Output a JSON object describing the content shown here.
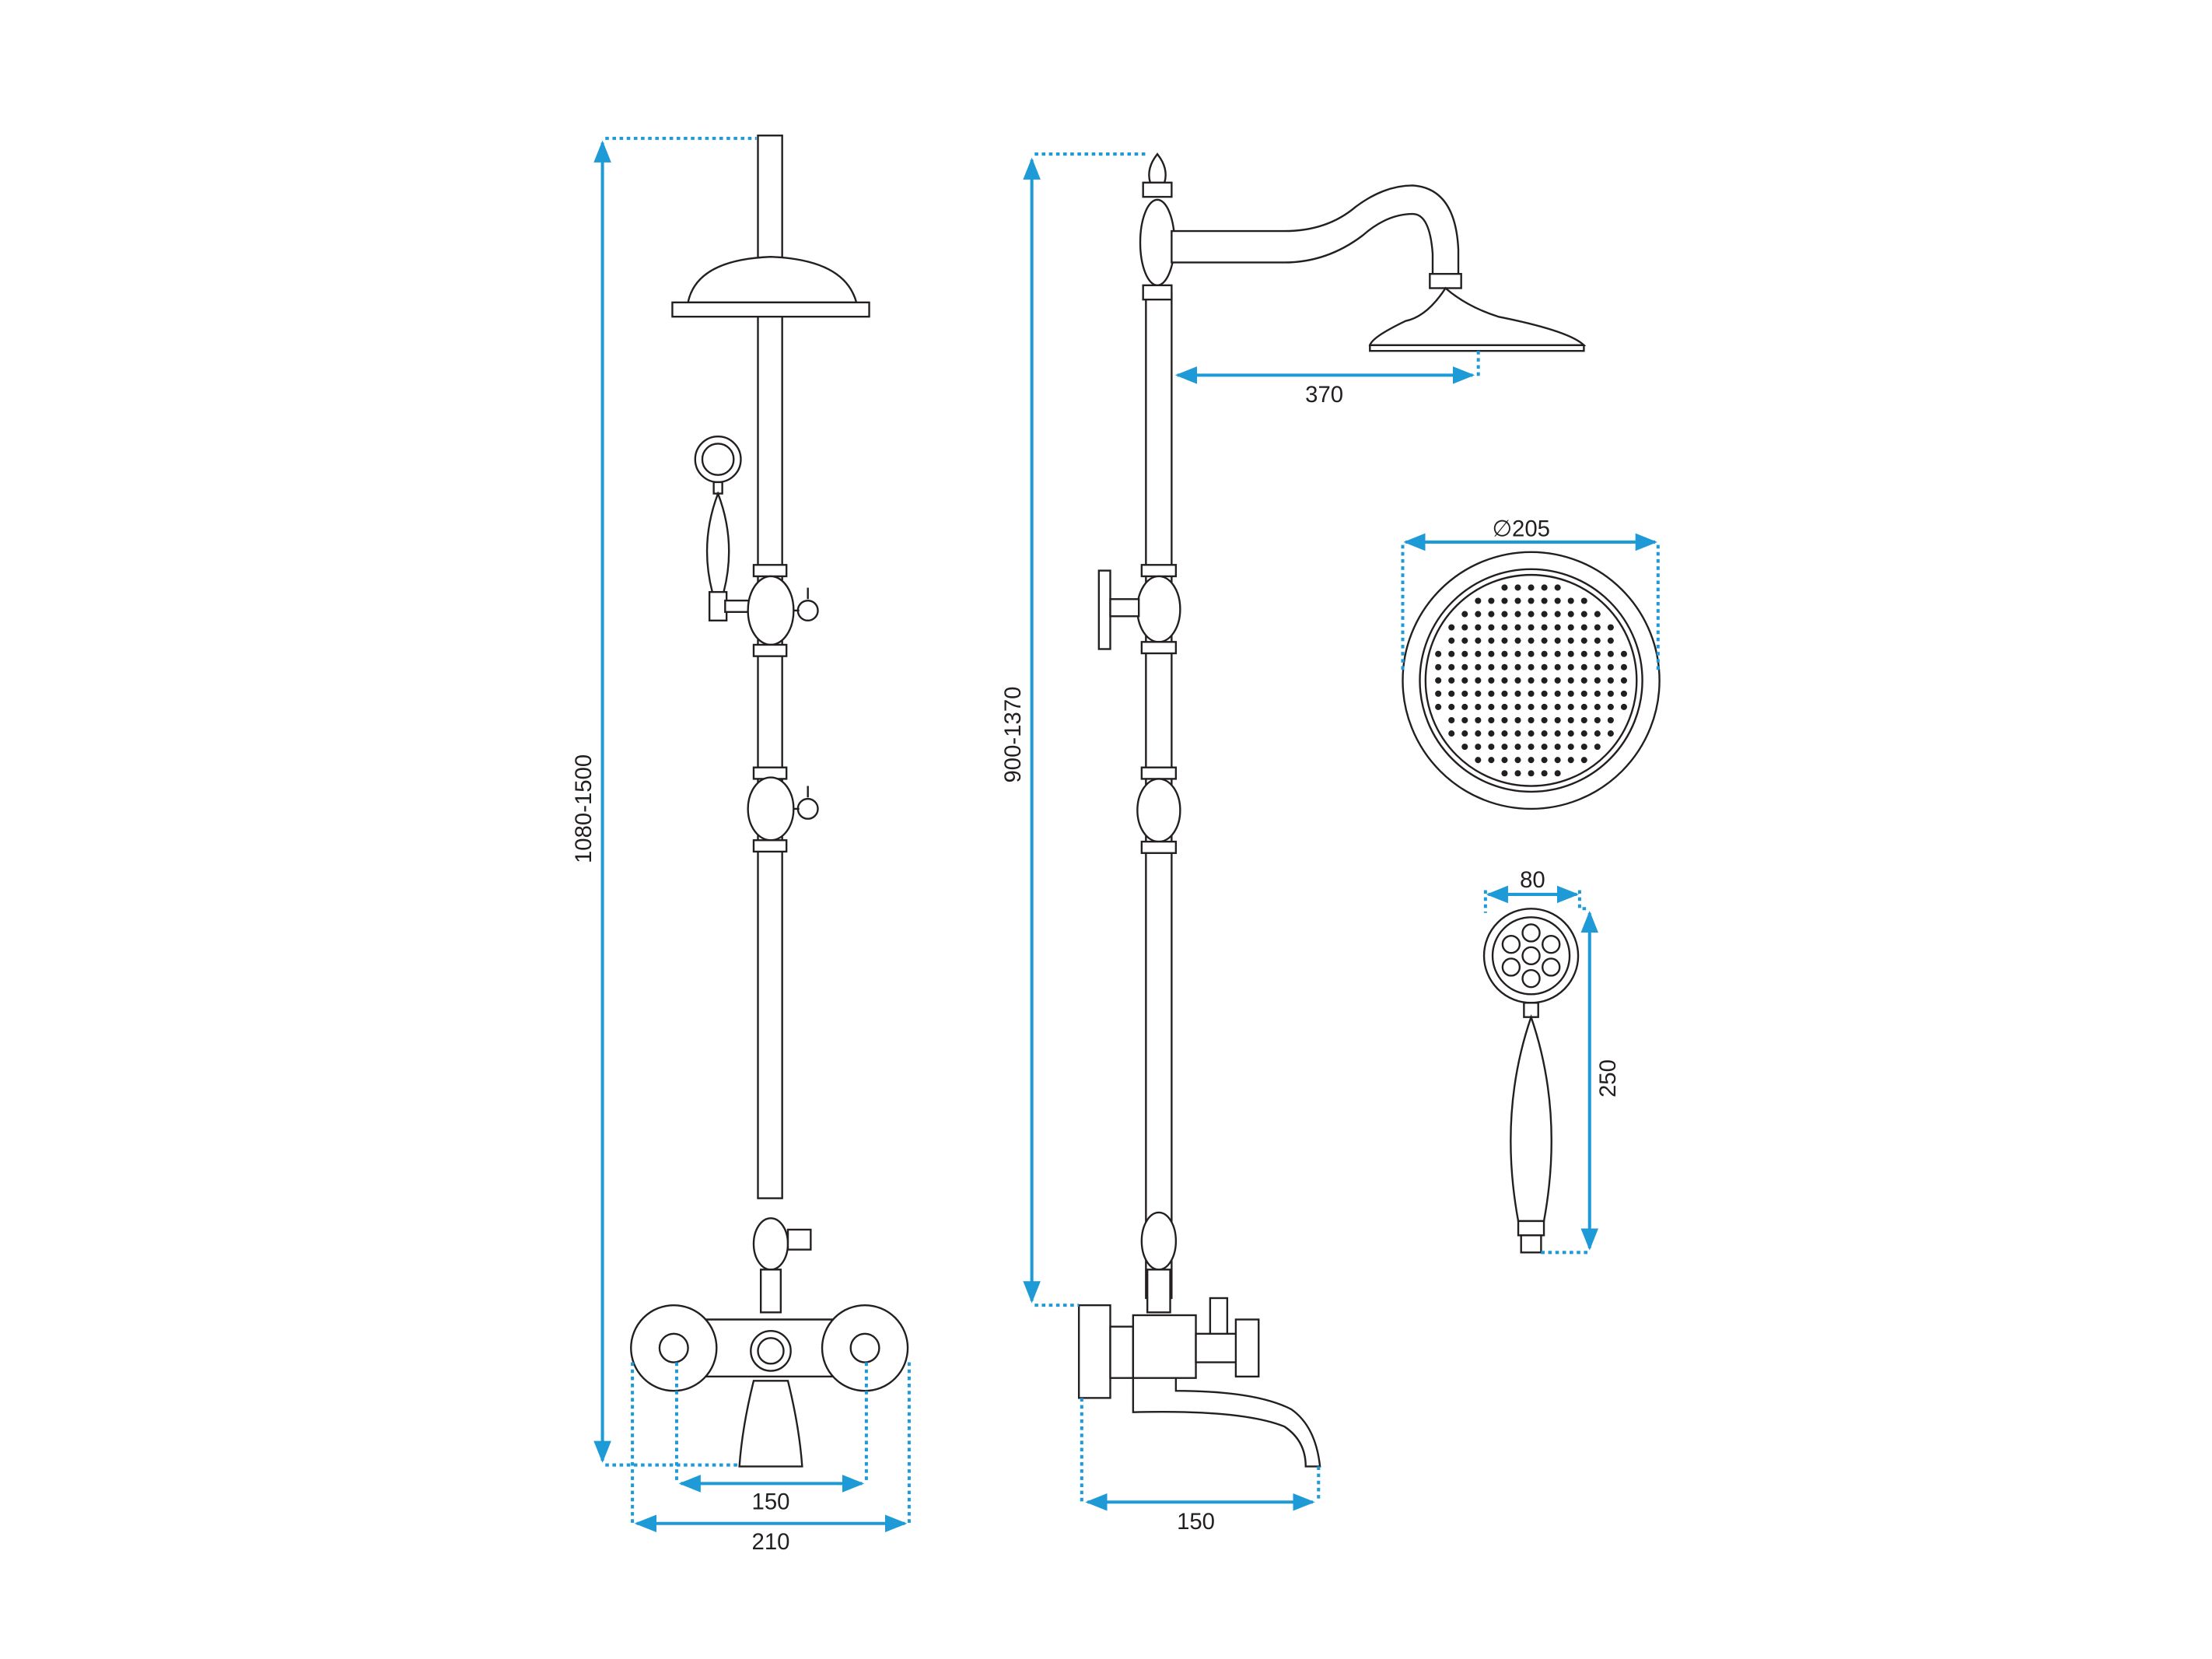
{
  "colors": {
    "dimension": "#1e9bd7",
    "line": "#231f20"
  },
  "front_view": {
    "height_label": "1080-1500",
    "handle_spacing_label": "150",
    "width_label": "210"
  },
  "side_view": {
    "height_label": "900-1370",
    "arm_reach_label": "370",
    "spout_label": "150"
  },
  "shower_head": {
    "diameter_label": "∅205"
  },
  "hand_shower": {
    "width_label": "80",
    "length_label": "250"
  }
}
